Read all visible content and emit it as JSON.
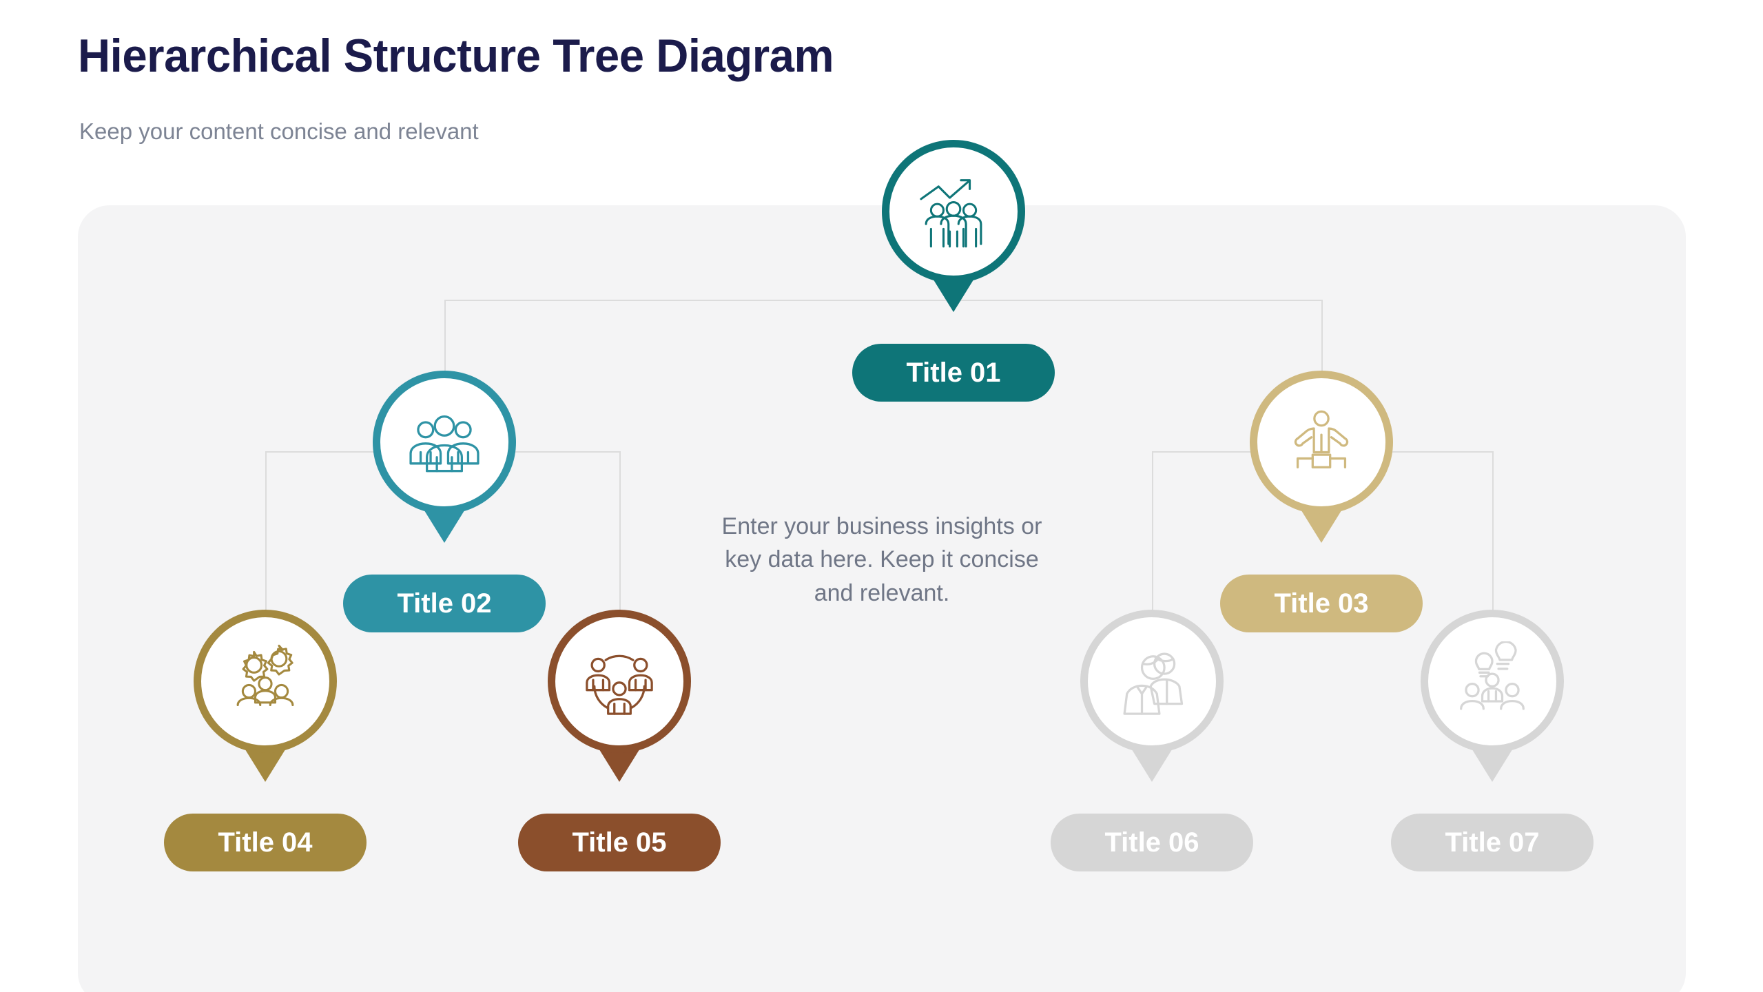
{
  "header": {
    "title": "Hierarchical Structure Tree Diagram",
    "subtitle": "Keep your content concise and relevant"
  },
  "colors": {
    "title": "#1b1b4b",
    "subtitle": "#7d8494",
    "board_bg": "#f4f4f5",
    "connector": "#dcdcdc",
    "node_01": "#0e7578",
    "node_02": "#2e93a5",
    "node_03": "#cfb97f",
    "node_04": "#a4893f",
    "node_05": "#8b4f2c",
    "node_06": "#d6d6d6",
    "node_07": "#d6d6d6"
  },
  "root_description": "Enter your business insights or key data here. Keep it concise and relevant.",
  "nodes": [
    {
      "id": "01",
      "label": "Title 01",
      "color": "#0e7578",
      "icon": "team-growth-chart-icon",
      "level": 1
    },
    {
      "id": "02",
      "label": "Title 02",
      "color": "#2e93a5",
      "icon": "people-group-icon",
      "level": 2
    },
    {
      "id": "03",
      "label": "Title 03",
      "color": "#cfb97f",
      "icon": "winner-podium-icon",
      "level": 2
    },
    {
      "id": "04",
      "label": "Title 04",
      "color": "#a4893f",
      "icon": "team-gears-icon",
      "level": 3
    },
    {
      "id": "05",
      "label": "Title 05",
      "color": "#8b4f2c",
      "icon": "team-network-icon",
      "level": 3
    },
    {
      "id": "06",
      "label": "Title 06",
      "color": "#d6d6d6",
      "icon": "two-people-icon",
      "level": 3
    },
    {
      "id": "07",
      "label": "Title 07",
      "color": "#d6d6d6",
      "icon": "brainstorm-ideas-icon",
      "level": 3
    }
  ]
}
